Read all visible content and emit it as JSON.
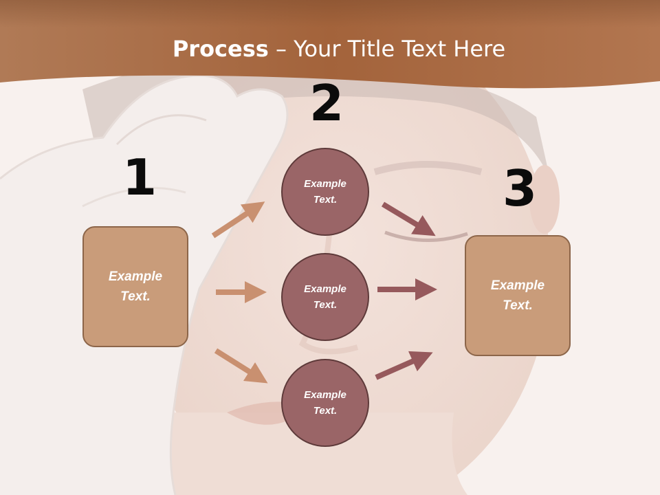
{
  "title": {
    "bold": "Process",
    "rest": " – Your Title Text Here"
  },
  "steps": {
    "one": "1",
    "two": "2",
    "three": "3"
  },
  "left_box": {
    "line1": "Example",
    "line2": "Text."
  },
  "right_box": {
    "line1": "Example",
    "line2": "Text."
  },
  "circles": [
    {
      "line1": "Example",
      "line2": "Text."
    },
    {
      "line1": "Example",
      "line2": "Text."
    },
    {
      "line1": "Example",
      "line2": "Text."
    }
  ],
  "colors": {
    "banner": "#a8683f",
    "box_fill": "#c99c7a",
    "circle_fill": "#9a6567",
    "arrow_left": "#c99070",
    "arrow_right": "#96595c"
  }
}
